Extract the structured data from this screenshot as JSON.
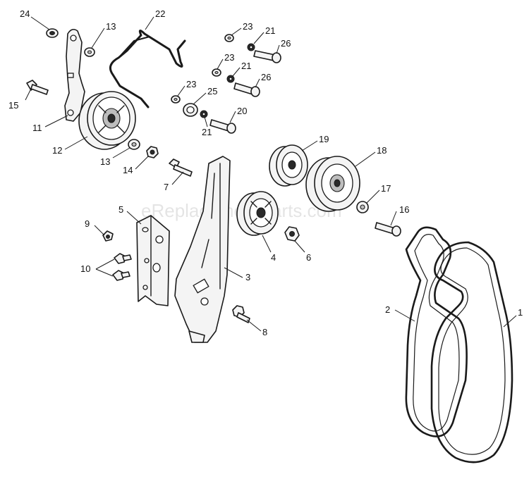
{
  "watermark": "eReplacementParts.com",
  "callouts": {
    "p24": "24",
    "p13a": "13",
    "p22": "22",
    "p23a": "23",
    "p21a": "21",
    "p26a": "26",
    "p23b": "23",
    "p21b": "21",
    "p26b": "26",
    "p23c": "23",
    "p25": "25",
    "p20": "20",
    "p21c": "21",
    "p15": "15",
    "p11": "11",
    "p12": "12",
    "p13b": "13",
    "p14": "14",
    "p19": "19",
    "p18": "18",
    "p7": "7",
    "p17": "17",
    "p16": "16",
    "p5": "5",
    "p9": "9",
    "p4": "4",
    "p6": "6",
    "p10": "10",
    "p3": "3",
    "p2": "2",
    "p1": "1",
    "p8": "8"
  }
}
